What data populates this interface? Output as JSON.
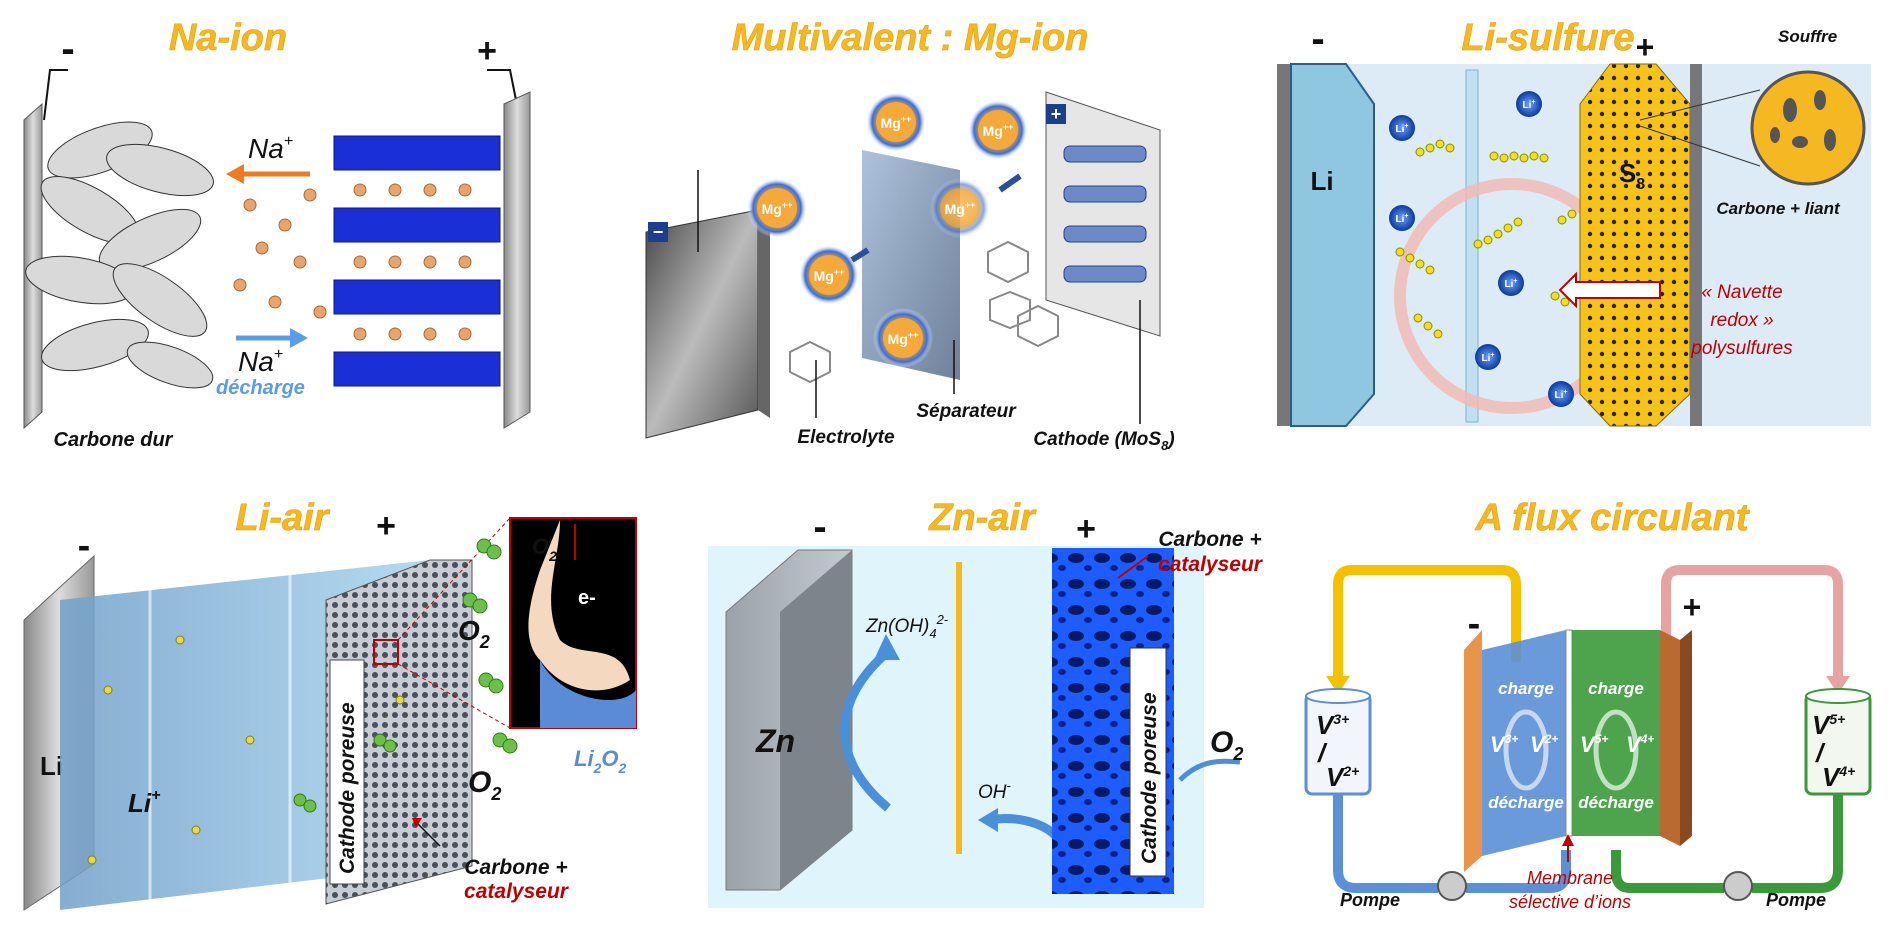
{
  "titles": {
    "na_ion": "Na-ion",
    "mg_ion": "Multivalent : Mg-ion",
    "li_s": "Li-sulfure",
    "li_air": "Li-air",
    "zn_air": "Zn-air",
    "flux": "A flux circulant"
  },
  "signs": {
    "minus": "-",
    "plus": "+"
  },
  "na_ion": {
    "ion_top": "Na",
    "ion_top_sup": "+",
    "ion_bottom": "Na",
    "ion_bottom_sup": "+",
    "discharge": "décharge",
    "anode_label": "Carbone dur"
  },
  "mg_ion": {
    "ion": "Mg",
    "ion_sup": "++",
    "electrolyte": "Electrolyte",
    "separator": "Séparateur",
    "cathode": "Cathode (MoS",
    "cathode_sub": "8",
    "cathode_close": ")"
  },
  "li_s": {
    "anode": "Li",
    "cathode": "S",
    "cathode_sub": "8",
    "sulfur": "Souffre",
    "carbon": "Carbone + liant",
    "shuttle_1": "« Navette",
    "shuttle_2": "redox »",
    "shuttle_3": "polysulfures",
    "ion": "Li",
    "ion_sup": "+"
  },
  "li_air": {
    "anode": "Li",
    "ion": "Li",
    "ion_sup": "+",
    "cathode": "Cathode poreuse",
    "o2": "O",
    "o2_sub": "2",
    "electron": "e-",
    "product": "Li",
    "product_sub1": "2",
    "product_mid": "O",
    "product_sub2": "2",
    "carbon": "Carbone +",
    "catalyst": "catalyseur"
  },
  "zn_air": {
    "anode": "Zn",
    "zincate": "Zn(OH)",
    "zincate_sub": "4",
    "zincate_sup": "2-",
    "hydroxide": "OH",
    "hydroxide_sup": "-",
    "cathode": "Cathode poreuse",
    "o2": "O",
    "o2_sub": "2",
    "carbon": "Carbone +",
    "catalyst": "catalyseur"
  },
  "flux": {
    "left_tank_top": "V",
    "left_tank_top_sup": "3+",
    "left_tank_bottom": "V",
    "left_tank_bottom_sup": "2+",
    "right_tank_top": "V",
    "right_tank_top_sup": "5+",
    "right_tank_bottom": "V",
    "right_tank_bottom_sup": "4+",
    "slash": "/",
    "charge": "charge",
    "discharge": "décharge",
    "pump": "Pompe",
    "membrane_1": "Membrane",
    "membrane_2": "sélective d’ions",
    "cell_v3": "V",
    "cell_v3_sup": "3+",
    "cell_v2": "V",
    "cell_v2_sup": "2+",
    "cell_v5": "V",
    "cell_v5_sup": "5+",
    "cell_v4": "V",
    "cell_v4_sup": "4+"
  }
}
